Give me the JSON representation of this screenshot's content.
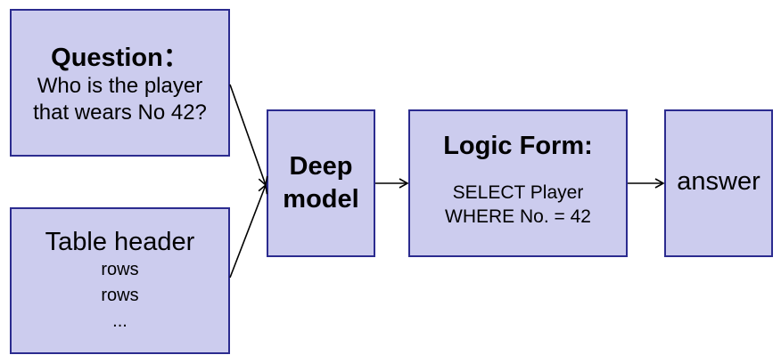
{
  "question": {
    "title": "Question：",
    "lines": [
      "Who is the player",
      "that wears No 42?"
    ]
  },
  "table": {
    "title": "Table header",
    "rows": [
      "rows",
      "rows",
      "..."
    ]
  },
  "model": {
    "lines": [
      "Deep",
      "model"
    ]
  },
  "logic_form": {
    "title": "Logic Form:",
    "lines": [
      "SELECT Player",
      "WHERE No. = 42"
    ]
  },
  "answer": {
    "label": "answer"
  },
  "colors": {
    "box_fill": "#ccccee",
    "box_border": "#2b2b8f",
    "arrow": "#000000"
  }
}
